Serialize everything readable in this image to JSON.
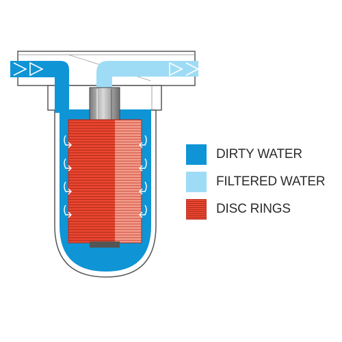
{
  "legend": {
    "items": [
      {
        "id": "dirty",
        "label": "DIRTY WATER",
        "color": "#0f94d6"
      },
      {
        "id": "filtered",
        "label": "FILTERED WATER",
        "color": "#9edcf6"
      },
      {
        "id": "disc",
        "label": "DISC RINGS",
        "color": "#e8452f"
      }
    ]
  },
  "colors": {
    "dirty_water": "#0f94d6",
    "filtered_water": "#9edcf6",
    "disc_rings": "#e8452f",
    "disc_lines": "#b62f1e",
    "housing_outline": "#555555",
    "housing_fill": "#ffffff",
    "spindle": "#8c8c8c"
  },
  "icons": [
    "flow-arrow-icon",
    "curved-flow-arrow-icon"
  ]
}
